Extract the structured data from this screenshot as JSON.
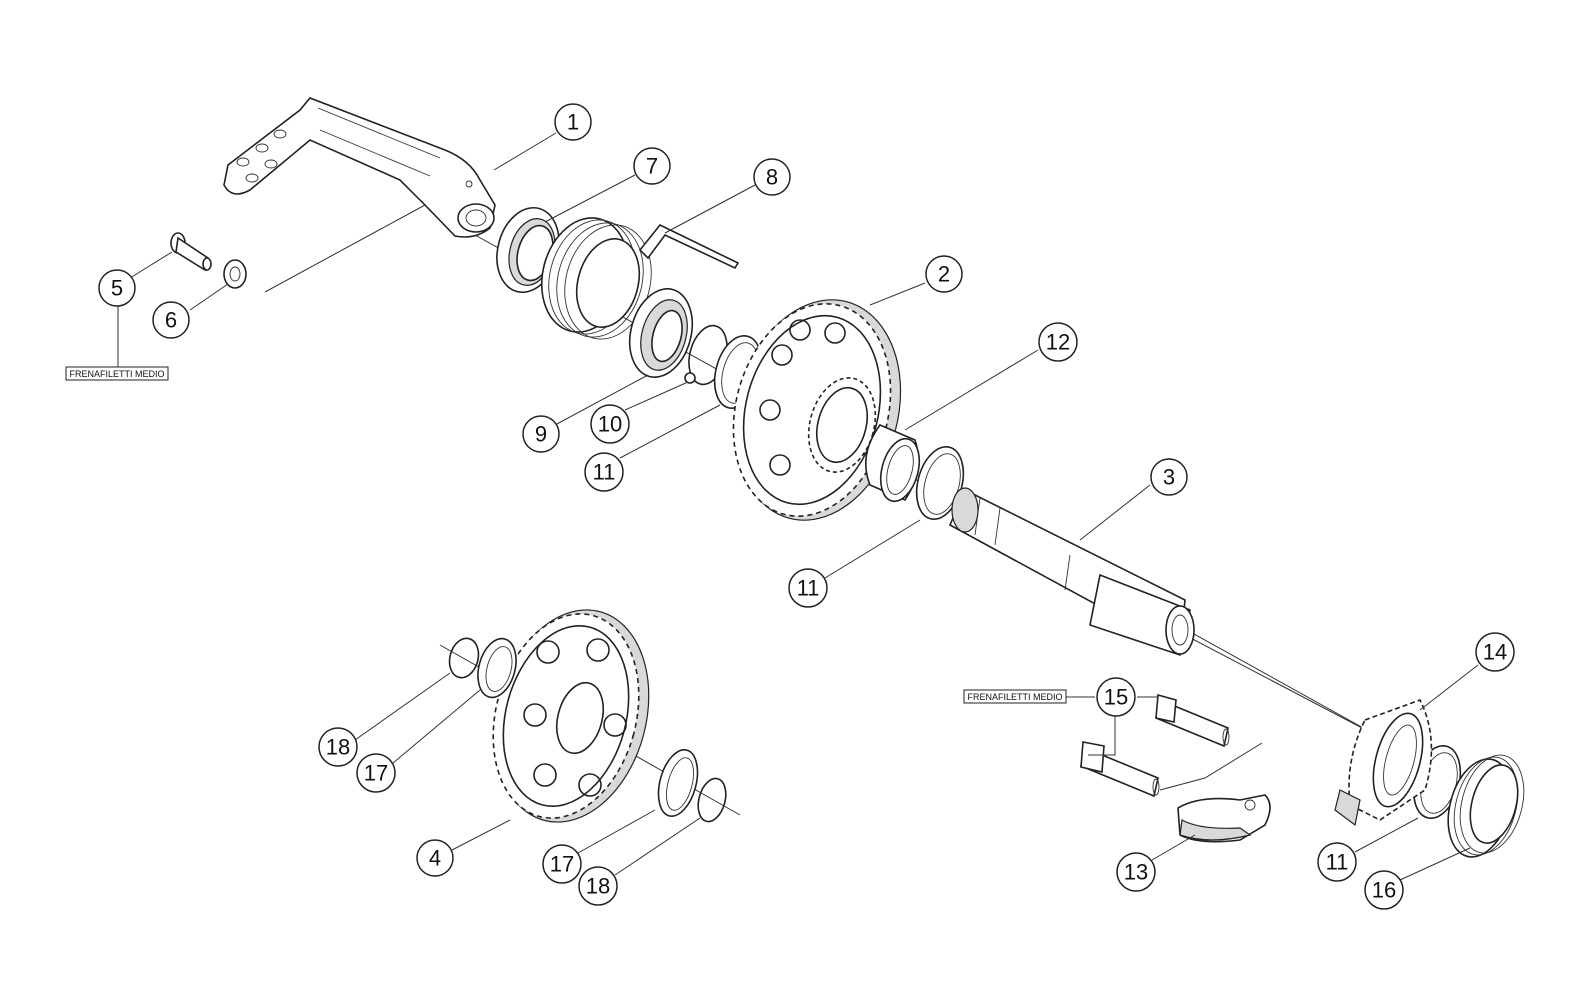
{
  "callouts": [
    "1",
    "2",
    "3",
    "4",
    "5",
    "6",
    "7",
    "8",
    "9",
    "10",
    "11",
    "12",
    "13",
    "14",
    "15",
    "16",
    "17",
    "18"
  ],
  "notes": {
    "threadlocker_left": "FRENAFILETTI MEDIO",
    "threadlocker_right": "FRENAFILETTI MEDIO"
  },
  "colors": {
    "line": "#222222",
    "background": "#ffffff"
  }
}
